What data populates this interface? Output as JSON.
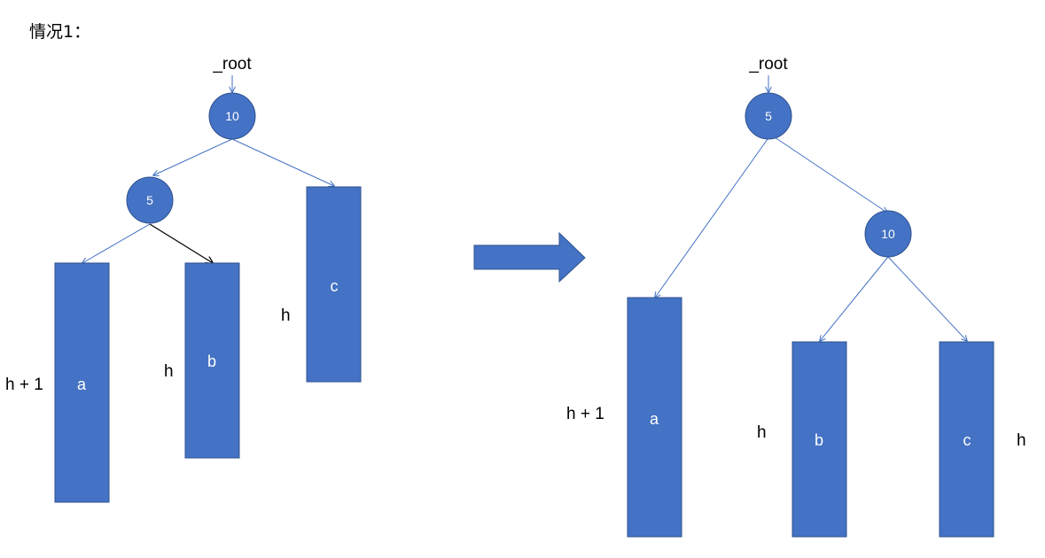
{
  "heading": "情况1：",
  "colors": {
    "node_fill": "#4472C4",
    "node_stroke": "#2F528F",
    "edge": "#4472C4",
    "highlight_edge": "#000000",
    "text_on_fill": "#FFFFFF"
  },
  "before": {
    "root_label": "_root",
    "nodes": {
      "top": "10",
      "child": "5"
    },
    "subtrees": {
      "a": "a",
      "b": "b",
      "c": "c"
    },
    "heights": {
      "a": "h + 1",
      "b": "h",
      "c": "h"
    }
  },
  "transition_arrow": "right-arrow",
  "after": {
    "root_label": "_root",
    "nodes": {
      "top": "5",
      "child": "10"
    },
    "subtrees": {
      "a": "a",
      "b": "b",
      "c": "c"
    },
    "heights": {
      "a": "h + 1",
      "b": "h",
      "c": "h"
    }
  }
}
